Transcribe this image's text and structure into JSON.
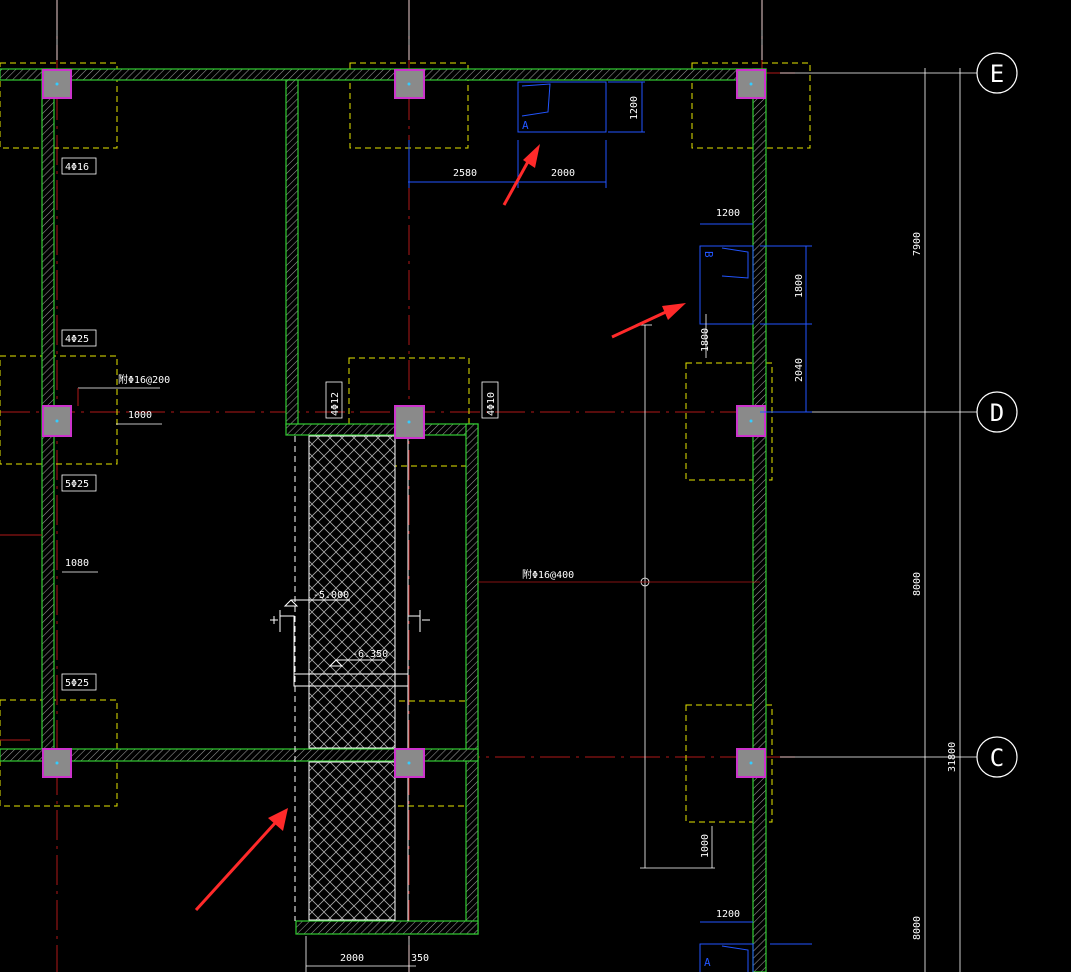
{
  "colors": {
    "background": "#000000",
    "wall_outline": "#33cc33",
    "wall_hatch": "#9a9a9a",
    "column_fill": "#8a8a8a",
    "column_outline": "#cc33cc",
    "axis_line": "#b01818",
    "footing_outline": "#e6e600",
    "dimension": "#ffffff",
    "cabinet_outline": "#2255ff",
    "pit_hatch": "#aaaaaa",
    "arrow": "#ff2a2a"
  },
  "axis_bubbles": {
    "E": "E",
    "D": "D",
    "C": "C"
  },
  "dims": {
    "e_top_1200": "1200",
    "e_2580": "2580",
    "e_2000": "2000",
    "b_1200": "1200",
    "b_1800": "1800",
    "b_2040": "2040",
    "v_1800_small": "1800",
    "v_1000": "1000",
    "right_7900": "7900",
    "right_8000": "8000",
    "right_31800": "31800",
    "right_8000b": "8000",
    "left_1000": "1000",
    "left_1080": "1080",
    "bottom_2000": "2000",
    "bottom_350": "350",
    "a2_1200": "1200"
  },
  "rebar_tags": {
    "t1": "4Φ16",
    "t2": "4Φ25",
    "t3": "5Φ25",
    "t4": "5Φ25",
    "t5": "4Φ12",
    "t6": "4Φ10"
  },
  "notes": {
    "n1": "附Φ16@200",
    "n2": "附Φ16@400"
  },
  "elevations": {
    "e1": "-5.000",
    "e2": "-6.350"
  },
  "cabinet_tags": {
    "a1": "A",
    "b1": "B",
    "a2": "A"
  }
}
